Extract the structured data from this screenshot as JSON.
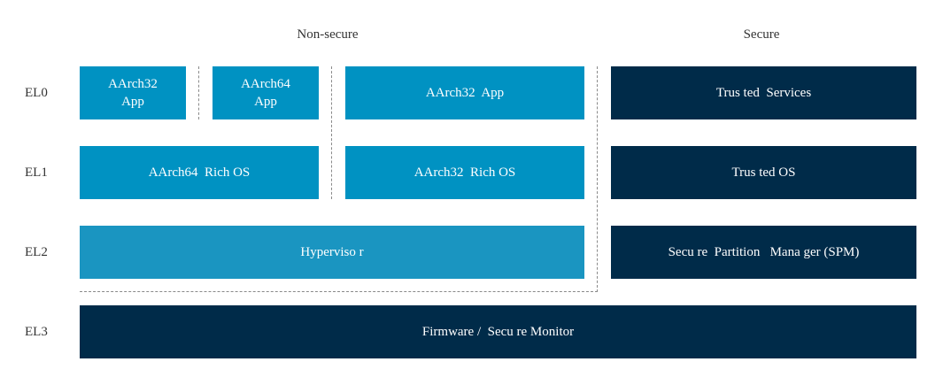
{
  "headers": {
    "non_secure": "Non-secure",
    "secure": "Secure"
  },
  "levels": [
    "EL0",
    "EL1",
    "EL2",
    "EL3"
  ],
  "boxes": {
    "aarch32_app_1": "AArch32\nApp",
    "aarch64_app": "AArch64\nApp",
    "aarch32_app_2": "AArch32  App",
    "trusted_services": "Trus ted  Services",
    "aarch64_rich_os": "AArch64  Rich OS",
    "aarch32_rich_os": "AArch32  Rich OS",
    "trusted_os": "Trus ted OS",
    "hypervisor": "Hyperviso r",
    "spm": "Secu re  Partition   Mana ger (SPM)",
    "firmware": "Firmware /  Secu re Monitor"
  },
  "colors": {
    "nonsecure_blue": "#0092c2",
    "hypervisor_blue": "#1a95c1",
    "secure_dark": "#002b49"
  }
}
